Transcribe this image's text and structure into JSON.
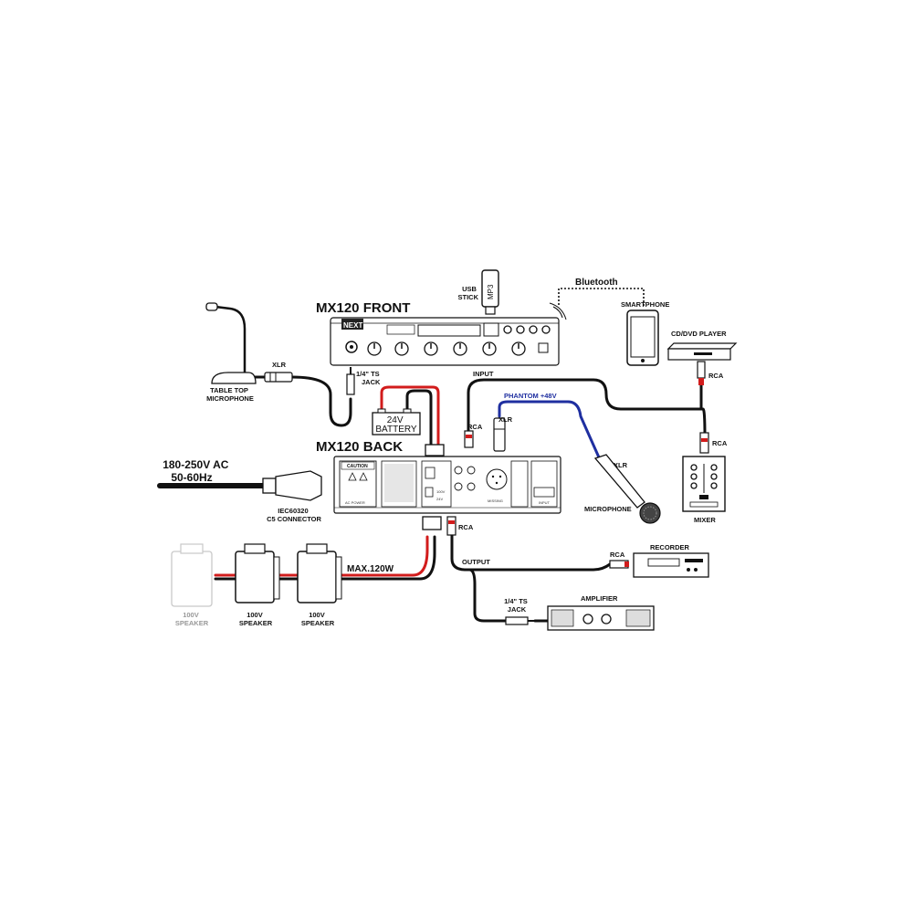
{
  "labels": {
    "mx_front": "MX120 FRONT",
    "mx_back": "MX120 BACK",
    "usb_stick": [
      "USB",
      "STICK"
    ],
    "mp3": "MP3",
    "bluetooth": "Bluetooth",
    "smartphone": "SMARTPHONE",
    "cddvd": "CD/DVD PLAYER",
    "rca": "RCA",
    "xlr": "XLR",
    "table_mic": [
      "TABLE TOP",
      "MICROPHONE"
    ],
    "ts_jack": [
      "1/4\"  TS",
      "JACK"
    ],
    "input": "INPUT",
    "phantom": "PHANTOM +48V",
    "battery": [
      "24V",
      "BATTERY"
    ],
    "microphone": "MICROPHONE",
    "mixer": "MIXER",
    "ac": [
      "180-250V AC",
      "50-60Hz"
    ],
    "iec": [
      "IEC60320",
      "C5 CONNECTOR"
    ],
    "output": "OUTPUT",
    "recorder": "RECORDER",
    "amplifier": "AMPLIFIER",
    "max": "MAX.120W",
    "speaker": [
      "100V",
      "SPEAKER"
    ],
    "brand": "NEXT",
    "caution": "CAUTION",
    "back_tiny": [
      "AC POWER",
      "MISSING",
      "INPUT",
      "100V",
      "24V"
    ]
  },
  "colors": {
    "cable": "#111111",
    "speaker_line": "#d21c1c",
    "phantom_line": "#1f2fa0",
    "ghost_speaker": "#999999"
  },
  "icons": [
    "usb-stick-icon",
    "bluetooth-signal-icon",
    "smartphone-icon",
    "cd-dvd-player-icon",
    "table-microphone-icon",
    "handheld-microphone-icon",
    "mixer-icon",
    "recorder-icon",
    "amplifier-icon",
    "speaker-icon",
    "battery-icon",
    "iec-connector-icon"
  ]
}
